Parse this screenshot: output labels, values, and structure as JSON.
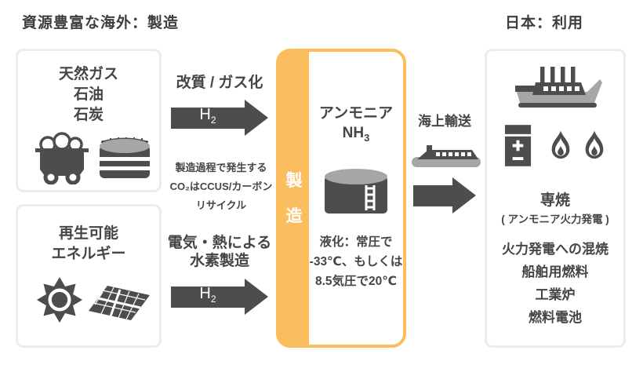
{
  "header": {
    "left_title": "資源豊富な海外：製造",
    "right_title": "日本：利用"
  },
  "fossil_box": {
    "lines": [
      "天然ガス",
      "石油",
      "石炭"
    ]
  },
  "renewable_box": {
    "lines": [
      "再生可能",
      "エネルギー"
    ]
  },
  "reform_arrow": {
    "label": "改質 / ガス化",
    "gas_main": "H",
    "gas_sub": "2"
  },
  "co2_note": {
    "lines": [
      "製造過程で発生する",
      "CO₂はCCUS/カーボン",
      "リサイクル"
    ]
  },
  "electrolysis_arrow": {
    "label_lines": [
      "電気・熱による",
      "水素製造"
    ],
    "gas_main": "H",
    "gas_sub": "2"
  },
  "production_box": {
    "band_chars": [
      "製",
      "造"
    ],
    "name": "アンモニア",
    "formula_main": "NH",
    "formula_sub": "3",
    "note_lines": [
      "液化：常圧で",
      "-33℃、もしくは",
      "8.5気圧で20℃"
    ]
  },
  "shipping": {
    "label": "海上輸送"
  },
  "usage_box": {
    "main_use": "専焼",
    "main_use_note": "( アンモニア火力発電 )",
    "other_uses": [
      "火力発電への混焼",
      "船舶用燃料",
      "工業炉",
      "燃料電池"
    ]
  },
  "colors": {
    "accent_orange": "#fbbe5e",
    "dark_gray": "#4d4d4d",
    "light_gray": "#a6a6a6",
    "panel_border": "#ececec",
    "text": "#454545"
  },
  "icons": {
    "coal-cart-icon": "mine cart filled with coal",
    "oil-tank-icon": "crude oil storage tank",
    "sun-icon": "sun with rays",
    "solar-panel-icon": "tilted photovoltaic panel",
    "ammonia-tank-icon": "cylindrical ammonia storage tank with ladder",
    "cargo-ship-small-icon": "tanker ship silhouette",
    "cargo-ship-large-icon": "four-stack cargo ship silhouette",
    "battery-icon": "battery with plus and minus",
    "flame-icon": "flame"
  }
}
